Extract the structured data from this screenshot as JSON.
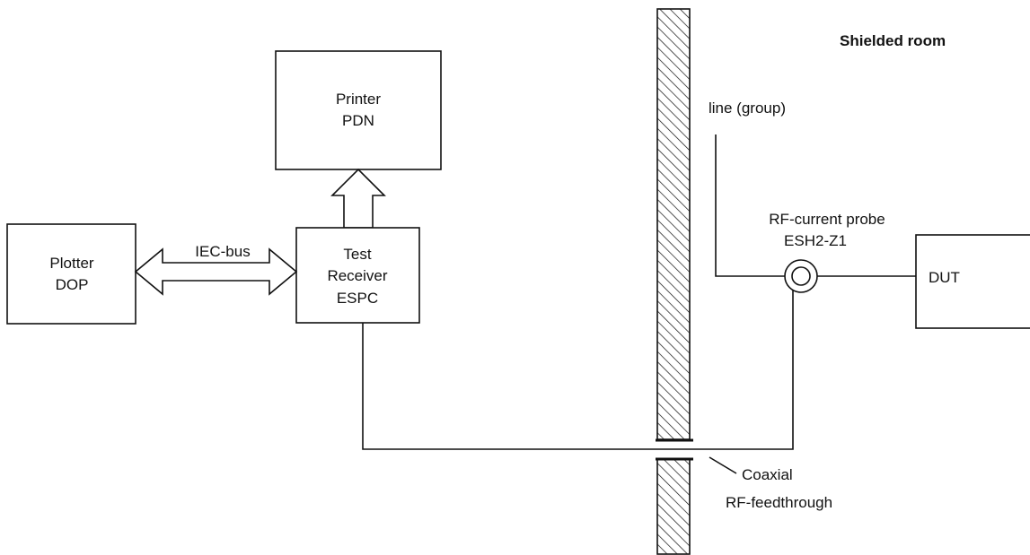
{
  "room_label": "Shielded room",
  "printer": {
    "line1": "Printer",
    "line2": "PDN"
  },
  "plotter": {
    "line1": "Plotter",
    "line2": "DOP"
  },
  "receiver": {
    "line1": "Test",
    "line2": "Receiver",
    "line3": "ESPC"
  },
  "bus_label": "IEC-bus",
  "line_group_label": "line (group)",
  "probe": {
    "line1": "RF-current probe",
    "line2": "ESH2-Z1"
  },
  "dut_label": "DUT",
  "feedthrough": {
    "line1": "Coaxial",
    "line2": "RF-feedthrough"
  }
}
